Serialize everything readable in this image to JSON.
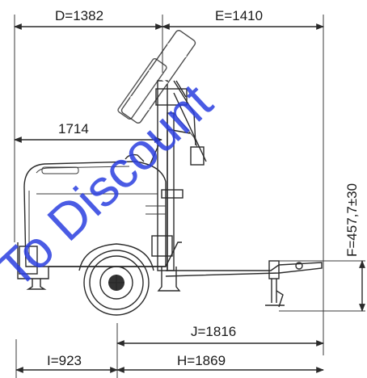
{
  "dimensions": {
    "D": "D=1382",
    "E": "E=1410",
    "total_length": "1714",
    "F": "F=457,7±30",
    "J": "J=1816",
    "I": "I=923",
    "H": "H=1869"
  },
  "watermark": "To Discount",
  "colors": {
    "line": "#2a2a2a",
    "watermark": "#2b3fe0",
    "background": "#ffffff"
  }
}
